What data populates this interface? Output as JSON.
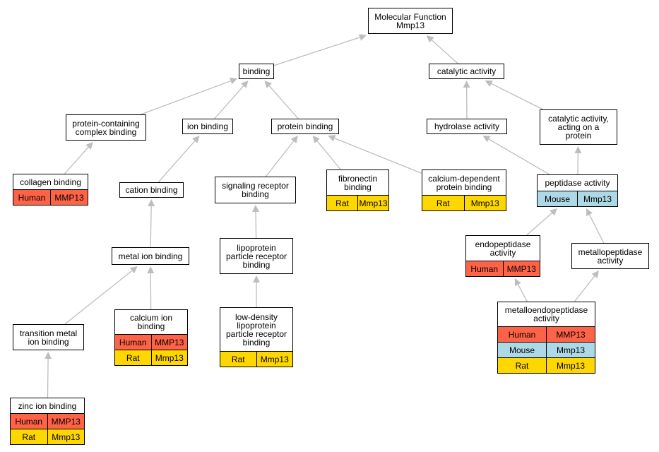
{
  "colors": {
    "human": "#ff6347",
    "rat": "#ffd700",
    "mouse": "#add8e6",
    "edge": "#bdbdbd"
  },
  "nodes": {
    "molecular_function": {
      "label": "Molecular Function\nMmp13",
      "annotations": []
    },
    "binding": {
      "label": "binding",
      "annotations": []
    },
    "catalytic_activity": {
      "label": "catalytic activity",
      "annotations": []
    },
    "protein_containing_complex_binding": {
      "label": "protein-containing\ncomplex binding",
      "annotations": []
    },
    "ion_binding": {
      "label": "ion binding",
      "annotations": []
    },
    "protein_binding": {
      "label": "protein binding",
      "annotations": []
    },
    "hydrolase_activity": {
      "label": "hydrolase activity",
      "annotations": []
    },
    "catalytic_activity_on_protein": {
      "label": "catalytic activity,\nacting on a\nprotein",
      "annotations": []
    },
    "collagen_binding": {
      "label": "collagen binding",
      "annotations": [
        {
          "species": "Human",
          "gene": "MMP13",
          "kind": "human"
        }
      ]
    },
    "cation_binding": {
      "label": "cation binding",
      "annotations": []
    },
    "signaling_receptor_binding": {
      "label": "signaling receptor\nbinding",
      "annotations": []
    },
    "fibronectin_binding": {
      "label": "fibronectin\nbinding",
      "annotations": [
        {
          "species": "Rat",
          "gene": "Mmp13",
          "kind": "rat"
        }
      ]
    },
    "calcium_dependent_protein_binding": {
      "label": "calcium-dependent\nprotein binding",
      "annotations": [
        {
          "species": "Rat",
          "gene": "Mmp13",
          "kind": "rat"
        }
      ]
    },
    "peptidase_activity": {
      "label": "peptidase activity",
      "annotations": [
        {
          "species": "Mouse",
          "gene": "Mmp13",
          "kind": "mouse"
        }
      ]
    },
    "metal_ion_binding": {
      "label": "metal ion binding",
      "annotations": []
    },
    "lipoprotein_particle_receptor_binding": {
      "label": "lipoprotein\nparticle receptor\nbinding",
      "annotations": []
    },
    "endopeptidase_activity": {
      "label": "endopeptidase\nactivity",
      "annotations": [
        {
          "species": "Human",
          "gene": "MMP13",
          "kind": "human"
        }
      ]
    },
    "metallopeptidase_activity": {
      "label": "metallopeptidase\nactivity",
      "annotations": []
    },
    "transition_metal_ion_binding": {
      "label": "transition metal\nion binding",
      "annotations": []
    },
    "calcium_ion_binding": {
      "label": "calcium ion\nbinding",
      "annotations": [
        {
          "species": "Human",
          "gene": "MMP13",
          "kind": "human"
        },
        {
          "species": "Rat",
          "gene": "Mmp13",
          "kind": "rat"
        }
      ]
    },
    "ldl_particle_receptor_binding": {
      "label": "low-density\nlipoprotein\nparticle receptor\nbinding",
      "annotations": [
        {
          "species": "Rat",
          "gene": "Mmp13",
          "kind": "rat"
        }
      ]
    },
    "metalloendopeptidase_activity": {
      "label": "metalloendopeptidase\nactivity",
      "annotations": [
        {
          "species": "Human",
          "gene": "MMP13",
          "kind": "human"
        },
        {
          "species": "Mouse",
          "gene": "Mmp13",
          "kind": "mouse"
        },
        {
          "species": "Rat",
          "gene": "Mmp13",
          "kind": "rat"
        }
      ]
    },
    "zinc_ion_binding": {
      "label": "zinc ion binding",
      "annotations": [
        {
          "species": "Human",
          "gene": "MMP13",
          "kind": "human"
        },
        {
          "species": "Rat",
          "gene": "Mmp13",
          "kind": "rat"
        }
      ]
    }
  },
  "edges": [
    [
      "binding",
      "molecular_function"
    ],
    [
      "catalytic_activity",
      "molecular_function"
    ],
    [
      "protein_containing_complex_binding",
      "binding"
    ],
    [
      "ion_binding",
      "binding"
    ],
    [
      "protein_binding",
      "binding"
    ],
    [
      "hydrolase_activity",
      "catalytic_activity"
    ],
    [
      "catalytic_activity_on_protein",
      "catalytic_activity"
    ],
    [
      "collagen_binding",
      "protein_containing_complex_binding"
    ],
    [
      "cation_binding",
      "ion_binding"
    ],
    [
      "signaling_receptor_binding",
      "protein_binding"
    ],
    [
      "fibronectin_binding",
      "protein_binding"
    ],
    [
      "calcium_dependent_protein_binding",
      "protein_binding"
    ],
    [
      "peptidase_activity",
      "hydrolase_activity"
    ],
    [
      "peptidase_activity",
      "catalytic_activity_on_protein"
    ],
    [
      "metal_ion_binding",
      "cation_binding"
    ],
    [
      "lipoprotein_particle_receptor_binding",
      "signaling_receptor_binding"
    ],
    [
      "endopeptidase_activity",
      "peptidase_activity"
    ],
    [
      "metallopeptidase_activity",
      "peptidase_activity"
    ],
    [
      "transition_metal_ion_binding",
      "metal_ion_binding"
    ],
    [
      "calcium_ion_binding",
      "metal_ion_binding"
    ],
    [
      "ldl_particle_receptor_binding",
      "lipoprotein_particle_receptor_binding"
    ],
    [
      "metalloendopeptidase_activity",
      "endopeptidase_activity"
    ],
    [
      "metalloendopeptidase_activity",
      "metallopeptidase_activity"
    ],
    [
      "zinc_ion_binding",
      "transition_metal_ion_binding"
    ]
  ]
}
